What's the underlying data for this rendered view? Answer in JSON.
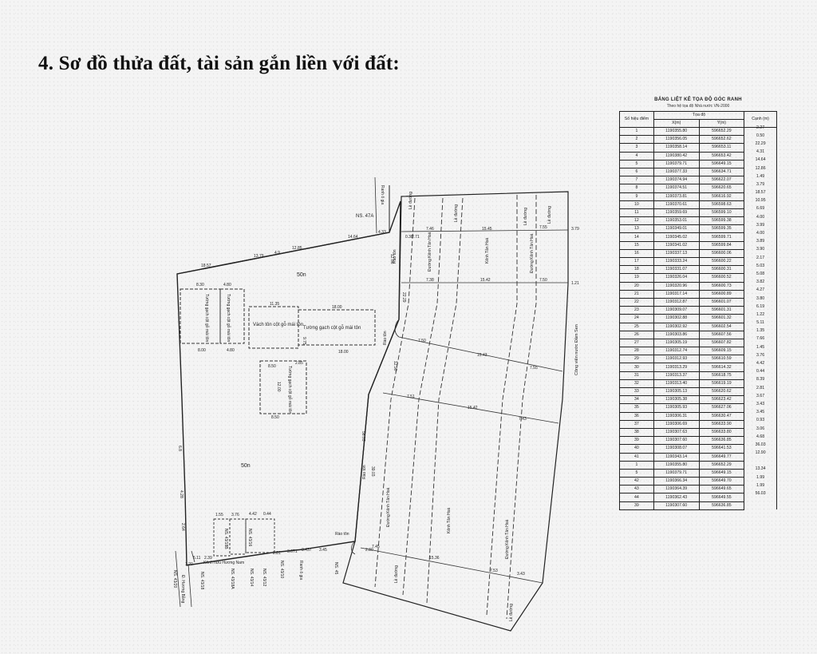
{
  "heading": "4. Sơ đồ thửa đất, tài sản gắn liền với đất:",
  "plan": {
    "labels": {
      "ns47a": "NS. 47A",
      "ranh_d_gia": "Ranh ô gia",
      "ranh_o_gia_bottom": "Ranh ô gia",
      "son_top": "50n",
      "son_main": "50n",
      "vach_ton": "Vách tôn cột gỗ mái tôn",
      "tuong_gach_1": "Tường gạch cột gỗ mái tôn",
      "tuong_gach_2": "Tường gạch cột gỗ mái tôn",
      "tuong_gach_3": "Tường gạch cột gỗ mái tôn",
      "tuong_gach_4": "Tường gạch cột gỗ mái tôn",
      "le_duong_tl": "Lề đường",
      "le_duong_tr": "Lề đường",
      "le_duong_2": "Lề đường",
      "le_duong_3": "Lề đường",
      "le_duong_bl": "Lề đường",
      "le_duong_br": "Lề đường",
      "duong_kenh_1": "Đường Kênh Tân Hoá",
      "duong_kenh_2": "Đường Kênh Tân Hoá",
      "duong_kenh_3": "Đường Kênh Tân Hoá",
      "duong_kenh_4": "Đường Kênh Tân Hoá",
      "kenh_top": "Kênh Tân Hoá",
      "kenh_mid": "Kênh Tân Hoá",
      "cong_vien": "Công viên nước Đầm Sen",
      "rao_ton_1": "Rào tôn",
      "rao_ton_2": "Rào tôn",
      "rao_ton_3": "Rào tôn",
      "rao_ton_4": "Rào tôn",
      "kenh_hl": "Kênh hữu Hương Nam",
      "ns43_20": "NS. 43/20",
      "ns43_18": "NS. 43/18",
      "ns43_18b": "NS. 43/18B",
      "ns43_18a": "NS. 43/18A",
      "ns43_16": "NS. 43/16",
      "ns43_14": "NS. 43/14",
      "ns43_12": "NS. 43/12",
      "ns43_10": "NS. 43/10",
      "ns45": "NS. 45",
      "d_hong_bang": "Đ. Hương Bằng"
    },
    "dims": {
      "d1": "13.79",
      "d2": "4.9",
      "d3": "12.85",
      "d4": "14.64",
      "d5": "4.33",
      "d6": "18.57",
      "d7": "8.30",
      "d8": "4.80",
      "d9": "11.35",
      "d10": "18.00",
      "d11": "8.00",
      "d12": "4.80",
      "d13": "8.50",
      "d14": "2.85",
      "d15": "12.00",
      "d16": "18.00",
      "d17": "9.75",
      "d18": "7.46",
      "d19": "15.45",
      "d20": "7.55",
      "d21": "7.38",
      "d22": "15.42",
      "d23": "7.50",
      "d24": "7.50",
      "d25": "15.43",
      "d26": "7.55",
      "d27": "7.51",
      "d28": "15.42",
      "d29": "7.43",
      "d30": "7.45",
      "d31": "15.36",
      "d32": "7.53",
      "d33": "1.55",
      "d34": "3.76",
      "d35": "4.42",
      "d36": "0.44",
      "d37": "3.671",
      "d38": "3.437",
      "d39": "3.45",
      "d40": "2.81",
      "d41": "5.11",
      "d42": "2.39",
      "d43": "0.38",
      "d44": "2.71",
      "d45": "3.79",
      "d46": "1.21",
      "d47": "56.03",
      "d48": "39.03",
      "d49": "22.29",
      "d50": "12.90",
      "d51": "1.20",
      "d52": "2.80",
      "d53": "3.43",
      "d54": "12.86",
      "d55": "8.50",
      "d56": "6.8",
      "d57": "4.28",
      "d58": "2.64"
    }
  },
  "coord_table": {
    "title": "BẢNG LIỆT KÊ TỌA ĐỘ GÓC RANH",
    "subtitle": "Theo hệ tọa độ Nhà nước VN-2000",
    "headers": {
      "point": "Số hiệu điểm",
      "coord": "Tọa độ",
      "x": "X(m)",
      "y": "Y(m)",
      "edge": "Cạnh (m)"
    },
    "rows": [
      {
        "p": "1",
        "x": "1190355.80",
        "y": "596652.29",
        "e": "2.27"
      },
      {
        "p": "2",
        "x": "1190356.05",
        "y": "596652.62",
        "e": "0.50"
      },
      {
        "p": "3",
        "x": "1190358.14",
        "y": "596653.11",
        "e": "22.29"
      },
      {
        "p": "4",
        "x": "1190380.42",
        "y": "596653.42",
        "e": "4.31"
      },
      {
        "p": "5",
        "x": "1190379.71",
        "y": "596649.15",
        "e": "14.64"
      },
      {
        "p": "6",
        "x": "1190377.33",
        "y": "596634.71",
        "e": "12.86"
      },
      {
        "p": "7",
        "x": "1190374.94",
        "y": "596622.07",
        "e": "1.49"
      },
      {
        "p": "8",
        "x": "1190374.51",
        "y": "596620.65",
        "e": "3.79"
      },
      {
        "p": "9",
        "x": "1190373.81",
        "y": "596616.92",
        "e": "18.57"
      },
      {
        "p": "10",
        "x": "1190370.61",
        "y": "596598.63",
        "e": "10.95"
      },
      {
        "p": "11",
        "x": "1190359.69",
        "y": "596599.10",
        "e": "6.69"
      },
      {
        "p": "12",
        "x": "1190353.01",
        "y": "596599.38",
        "e": "4.00"
      },
      {
        "p": "13",
        "x": "1190349.01",
        "y": "596599.35",
        "e": "3.99"
      },
      {
        "p": "14",
        "x": "1190345.02",
        "y": "596599.71",
        "e": "4.00"
      },
      {
        "p": "15",
        "x": "1190341.02",
        "y": "596599.84",
        "e": "3.89"
      },
      {
        "p": "16",
        "x": "1190337.13",
        "y": "596600.06",
        "e": "3.90"
      },
      {
        "p": "17",
        "x": "1190333.24",
        "y": "596600.22",
        "e": "2.17"
      },
      {
        "p": "18",
        "x": "1190331.07",
        "y": "596600.31",
        "e": "5.03"
      },
      {
        "p": "19",
        "x": "1190326.04",
        "y": "596600.52",
        "e": "5.08"
      },
      {
        "p": "20",
        "x": "1190320.96",
        "y": "596600.73",
        "e": "3.82"
      },
      {
        "p": "21",
        "x": "1190317.14",
        "y": "596600.89",
        "e": "4.27"
      },
      {
        "p": "22",
        "x": "1190312.87",
        "y": "596601.07",
        "e": "3.80"
      },
      {
        "p": "23",
        "x": "1190309.07",
        "y": "596601.31",
        "e": "6.19"
      },
      {
        "p": "24",
        "x": "1190302.88",
        "y": "596601.32",
        "e": "1.22"
      },
      {
        "p": "25",
        "x": "1190302.92",
        "y": "596602.54",
        "e": "5.11"
      },
      {
        "p": "26",
        "x": "1190303.86",
        "y": "596607.56",
        "e": "1.35"
      },
      {
        "p": "27",
        "x": "1190305.19",
        "y": "596607.82",
        "e": "7.66"
      },
      {
        "p": "28",
        "x": "1190312.74",
        "y": "596609.15",
        "e": "1.45"
      },
      {
        "p": "29",
        "x": "1190312.93",
        "y": "596610.59",
        "e": "3.76"
      },
      {
        "p": "30",
        "x": "1190313.29",
        "y": "596614.32",
        "e": "4.42"
      },
      {
        "p": "31",
        "x": "1190313.37",
        "y": "596618.75",
        "e": "0.44"
      },
      {
        "p": "32",
        "x": "1190313.40",
        "y": "596619.19",
        "e": "8.39"
      },
      {
        "p": "33",
        "x": "1190305.13",
        "y": "596620.62",
        "e": "2.81"
      },
      {
        "p": "34",
        "x": "1190305.38",
        "y": "596623.42",
        "e": "3.67"
      },
      {
        "p": "35",
        "x": "1190305.93",
        "y": "596627.06",
        "e": "3.43"
      },
      {
        "p": "36",
        "x": "1190306.31",
        "y": "596630.47",
        "e": "3.45"
      },
      {
        "p": "37",
        "x": "1190306.69",
        "y": "596633.90",
        "e": "0.93"
      },
      {
        "p": "38",
        "x": "1190307.63",
        "y": "596633.80",
        "e": "3.06"
      },
      {
        "p": "39",
        "x": "1190307.60",
        "y": "596636.85",
        "e": "4.68"
      },
      {
        "p": "40",
        "x": "1190308.07",
        "y": "596641.53",
        "e": "36.03"
      },
      {
        "p": "41",
        "x": "1190343.14",
        "y": "596649.77",
        "e": "12.90"
      },
      {
        "p": "1",
        "x": "1190355.80",
        "y": "596652.29",
        "e": ""
      },
      {
        "p": "5",
        "x": "1190379.71",
        "y": "596649.15",
        "e": "13.34"
      },
      {
        "p": "42",
        "x": "1190366.34",
        "y": "596649.70",
        "e": "1.99"
      },
      {
        "p": "43",
        "x": "1190364.39",
        "y": "596649.65",
        "e": "1.99"
      },
      {
        "p": "44",
        "x": "1190362.43",
        "y": "596649.55",
        "e": "56.03"
      },
      {
        "p": "39",
        "x": "1190307.60",
        "y": "596636.85",
        "e": ""
      }
    ]
  }
}
